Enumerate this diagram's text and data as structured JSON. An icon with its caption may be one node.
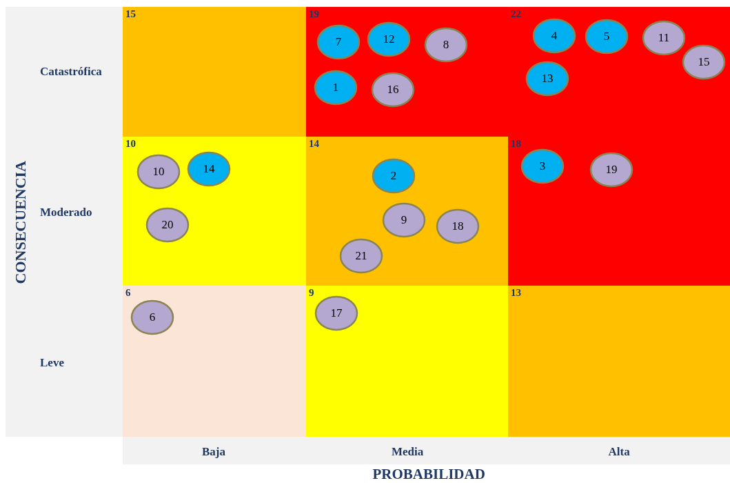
{
  "diagram": {
    "nodes": [
      {
        "text": [
          "15"
        ]
      },
      {
        "text": [
          "19"
        ]
      },
      {
        "text": [
          "7"
        ],
        "in": 1
      },
      {
        "text": [
          "12"
        ],
        "in": 1
      },
      {
        "text": [
          "8"
        ],
        "in": 1
      },
      {
        "text": [
          "1"
        ],
        "in": 1
      },
      {
        "text": [
          "16"
        ],
        "in": 1
      },
      {
        "text": [
          "22"
        ]
      },
      {
        "text": [
          "4"
        ],
        "in": 7
      },
      {
        "text": [
          "5"
        ],
        "in": 7
      },
      {
        "text": [
          "11"
        ],
        "in": 7
      },
      {
        "text": [
          "15"
        ],
        "in": 7
      },
      {
        "text": [
          "13"
        ],
        "in": 7
      },
      {
        "text": [
          "10"
        ]
      },
      {
        "text": [
          "10"
        ],
        "in": 13
      },
      {
        "text": [
          "14"
        ],
        "in": 13
      },
      {
        "text": [
          "20"
        ],
        "in": 13
      },
      {
        "text": [
          "14"
        ]
      },
      {
        "text": [
          "2"
        ],
        "in": 17
      },
      {
        "text": [
          "9"
        ],
        "in": 17
      },
      {
        "text": [
          "18"
        ],
        "in": 17
      },
      {
        "text": [
          "21"
        ],
        "in": 17
      },
      {
        "text": [
          "18"
        ]
      },
      {
        "text": [
          "3"
        ],
        "in": 22
      },
      {
        "text": [
          "19"
        ],
        "in": 22
      },
      {
        "text": [
          "6"
        ]
      },
      {
        "text": [
          "6"
        ],
        "in": 25
      },
      {
        "text": [
          "9"
        ]
      },
      {
        "text": [
          "17"
        ],
        "in": 27
      },
      {
        "text": [
          "13"
        ]
      }
    ],
    "labels": [
      "Catastrófica",
      "Moderado",
      "Leve",
      "CONSECUENCIA",
      "Baja",
      "Media",
      "Alta",
      "PROBABILIDAD"
    ]
  }
}
